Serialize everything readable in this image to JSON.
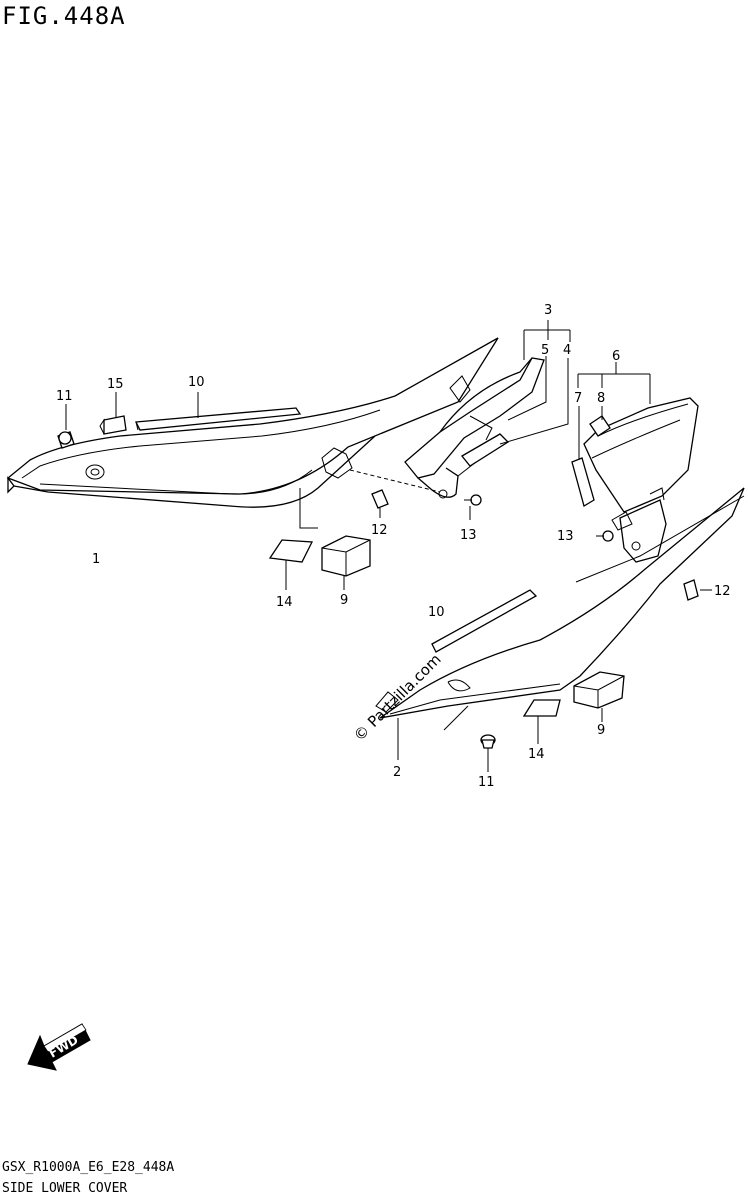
{
  "title": "FIG.448A",
  "footer": {
    "code": "GSX_R1000A_E6_E28_448A",
    "name": "SIDE LOWER COVER"
  },
  "watermark": "© Partzilla.com",
  "fwd_label": "FWD",
  "callouts": {
    "c1": "1",
    "c2": "2",
    "c3": "3",
    "c4": "4",
    "c5": "5",
    "c6": "6",
    "c7": "7",
    "c8": "8",
    "c9a": "9",
    "c9b": "9",
    "c10a": "10",
    "c10b": "10",
    "c11a": "11",
    "c11b": "11",
    "c12a": "12",
    "c12b": "12",
    "c13a": "13",
    "c13b": "13",
    "c14a": "14",
    "c14b": "14",
    "c15": "15"
  }
}
